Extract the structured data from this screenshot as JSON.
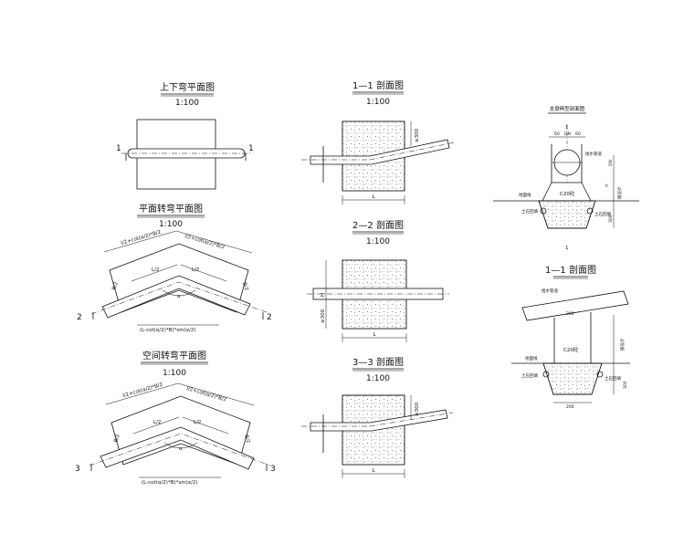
{
  "views": {
    "plan_vertical_bend": {
      "title": "上下弯平面图",
      "scale": "1:100",
      "cut_label": "1"
    },
    "plan_horizontal_bend": {
      "title": "平面转弯平面图",
      "scale": "1:100",
      "cut_label": "2",
      "label_top_left": "l/2+cot(α/2)*B/2",
      "label_top_right": "l/2+cot(α/2)*B/2",
      "label_inner_left": "L/2",
      "label_inner_right": "L/2",
      "label_side_left": "B/2",
      "label_side_right": "B/2",
      "label_angle": "α",
      "label_bottom": "(L-cot(α/2)*B)*sin(α/2)"
    },
    "plan_spatial_bend": {
      "title": "空间转弯平面图",
      "scale": "1:100",
      "cut_label": "3",
      "label_top_left": "l/2+cot(α/2)*B/2",
      "label_top_right": "l/2+cot(α/2)*B/2",
      "label_inner_left": "L/2",
      "label_inner_right": "L/2",
      "label_side_left": "B/2",
      "label_side_right": "B/2",
      "label_angle": "α",
      "label_bottom": "(L-cot(α/2)*B)*sin(α/2)"
    },
    "section_1": {
      "title": "1—1 剖面图",
      "scale": "1:100",
      "dim_right": "≥300",
      "dim_bottom": "L"
    },
    "section_2": {
      "title": "2—2 剖面图",
      "scale": "1:100",
      "dim_left_top": "H",
      "dim_left_bottom": "≥300",
      "dim_bottom": "L"
    },
    "section_3": {
      "title": "3—3 剖面图",
      "scale": "1:100",
      "dim_right": "≥300",
      "dim_bottom": "L"
    },
    "support_section": {
      "title": "支墩典型剖面图",
      "dim_60_left": "60",
      "dim_dn": "DN",
      "dim_60_right": "60",
      "label_pipe": "给水管道",
      "label_concrete": "C20砼",
      "label_ground": "地面线",
      "label_soil_left": "土石回填",
      "label_soil_right": "土石回填",
      "dim_h": "h",
      "dim_side_top": "DN",
      "dim_side_note": "按设计",
      "dim_300": "300",
      "cut_marker": "1"
    },
    "support_section_1": {
      "title": "1—1 剖面图",
      "label_pipe": "给水管道",
      "dim_top": "200",
      "label_concrete": "C20砼",
      "label_ground": "地面线",
      "label_soil_left": "土石回填",
      "label_soil_right": "土石回填",
      "dim_side_note": "按设计",
      "dim_300": "300",
      "dim_bottom": "200"
    }
  }
}
